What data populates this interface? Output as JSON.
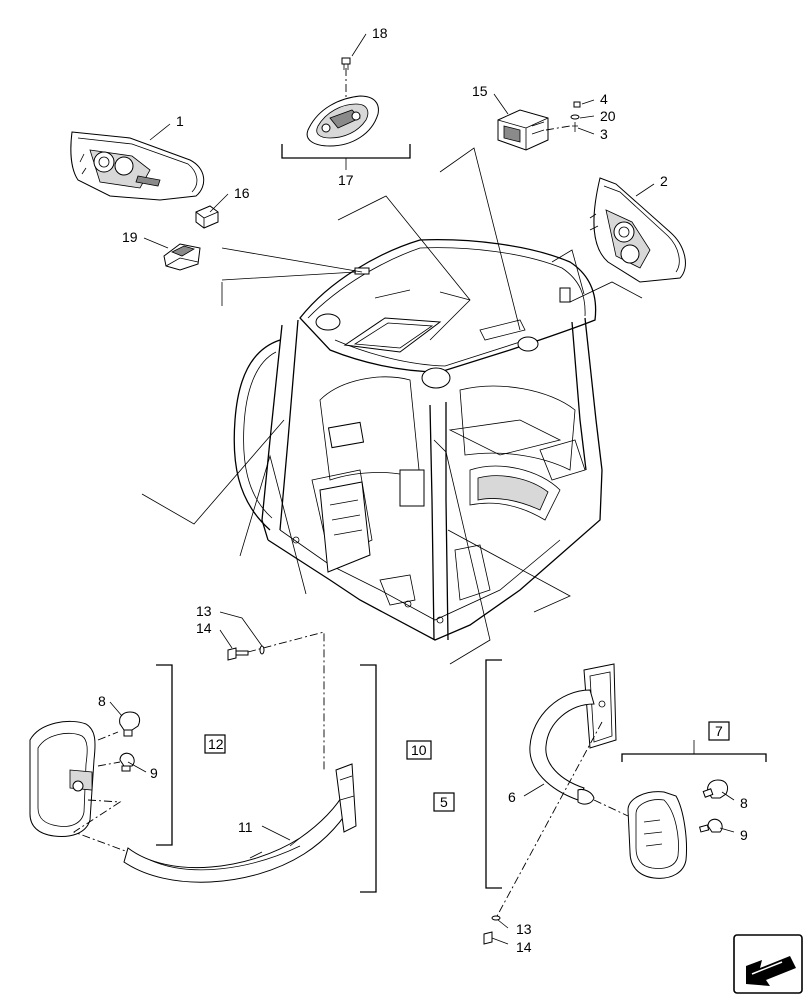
{
  "callouts": {
    "c1": "1",
    "c2": "2",
    "c3": "3",
    "c4": "4",
    "c5": "5",
    "c6": "6",
    "c7": "7",
    "c8a": "8",
    "c8b": "8",
    "c9a": "9",
    "c9b": "9",
    "c10": "10",
    "c11": "11",
    "c12": "12",
    "c13a": "13",
    "c13b": "13",
    "c14a": "14",
    "c14b": "14",
    "c15": "15",
    "c16": "16",
    "c17": "17",
    "c18": "18",
    "c19": "19",
    "c20": "20"
  },
  "icons": {
    "nav": "navigation-arrow-icon"
  }
}
